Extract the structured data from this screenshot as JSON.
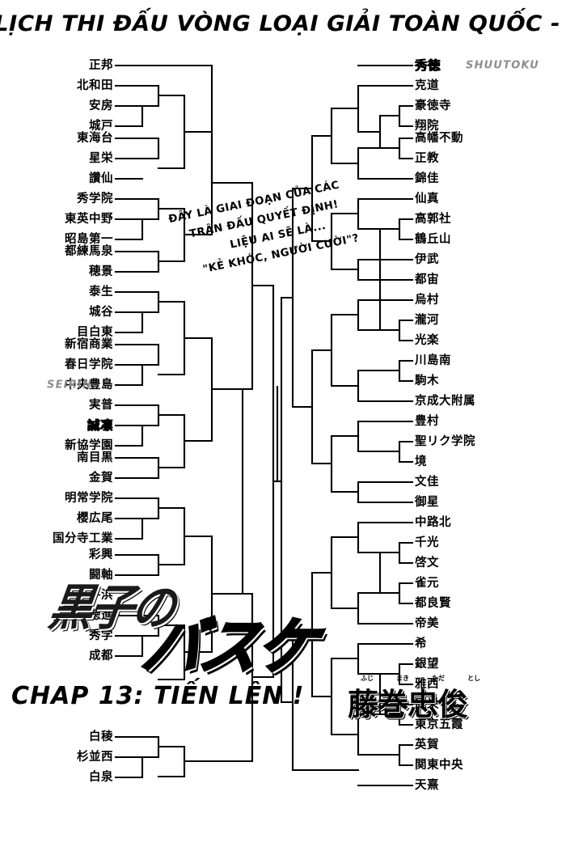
{
  "page": {
    "title": "LỊCH THI ĐẤU VÒNG LOẠI GIẢI TOÀN QUỐC - BẢNG A",
    "chapter": "CHAP 13: TIẾN LÊN !",
    "logo_part1": "黒子の",
    "logo_part2": "バスケ",
    "author_name": "藤巻忠俊",
    "author_furigana": [
      "ふじ",
      "まき",
      "ただ",
      "とし"
    ]
  },
  "caption": {
    "line1": "ĐÂY LÀ GIAI ĐOẠN CỦA CÁC",
    "line2": "TRẬN ĐẤU QUYẾT ĐỊNH!",
    "line3": "LIỆU AI SẼ LÀ...",
    "line4": "\"KẺ KHÓC, NGƯỜI CƯỜI\"?"
  },
  "annotations": [
    {
      "text": "SHUUTOKU",
      "side": "right",
      "row": 0
    },
    {
      "text": "SEIRIN",
      "side": "left",
      "row": 17
    }
  ],
  "chart_data": {
    "type": "bracket",
    "title": "LỊCH THI ĐẤU VÒNG LOẠI GIẢI TOÀN QUỐC - BẢNG A",
    "orientation": "double-sided",
    "row_spacing_px": 25,
    "left_teams": [
      "正邦",
      "北和田",
      "安房",
      "城戸",
      "東海台",
      "星栄",
      "讚仙",
      "秀学院",
      "東英中野",
      "昭島第一",
      "都練馬泉",
      "穂景",
      "泰生",
      "城谷",
      "目白東",
      "新宿商業",
      "春日学院",
      "中央豊島",
      "実普",
      "誠凛",
      "新協学園",
      "南目黒",
      "金賀",
      "明常学院",
      "櫻広尾",
      "国分寺工業",
      "彩興",
      "闘軸",
      "平浜",
      "徳進",
      "秀学",
      "成都",
      "白稜",
      "杉並西",
      "白泉"
    ],
    "right_teams": [
      "秀徳",
      "克道",
      "豪徳寺",
      "翔院",
      "高幡不動",
      "正教",
      "錦佳",
      "仙真",
      "高郭社",
      "鶴丘山",
      "伊武",
      "都宙",
      "烏村",
      "瀧河",
      "光楽",
      "川島南",
      "駒木",
      "京成大附属",
      "豊村",
      "聖リク学院",
      "境",
      "文佳",
      "御星",
      "中路北",
      "千光",
      "啓文",
      "雀元",
      "都良賢",
      "帝美",
      "希",
      "銀望",
      "雅西",
      "辰栄",
      "東京五霞",
      "英賀",
      "関東中央",
      "天熹"
    ],
    "highlighted": [
      "誠凛",
      "秀徳"
    ]
  }
}
